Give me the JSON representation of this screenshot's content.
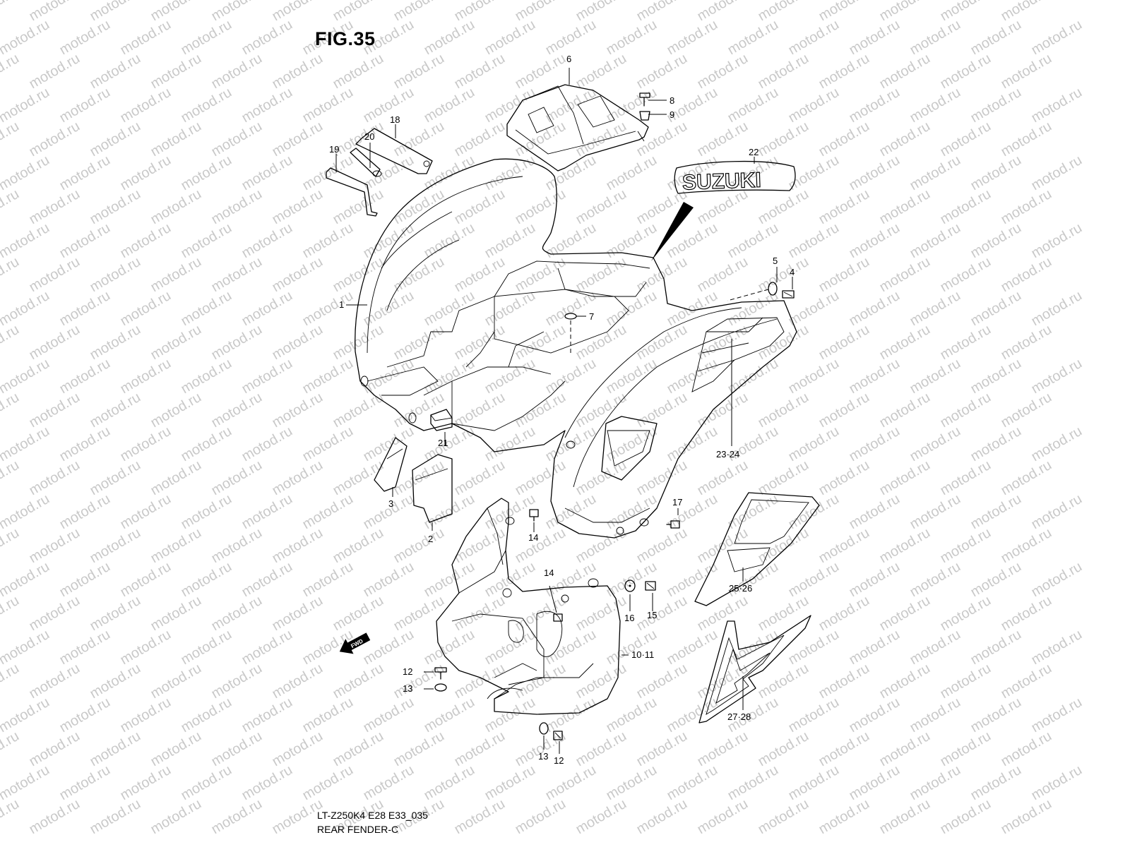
{
  "figure": {
    "title": "FIG.35",
    "code": "LT-Z250K4 E28 E33_035",
    "name": "REAR FENDER-C",
    "watermark": "motod.ru"
  },
  "parts": [
    {
      "id": "p1",
      "label": "1"
    },
    {
      "id": "p2",
      "label": "2"
    },
    {
      "id": "p3",
      "label": "3"
    },
    {
      "id": "p4",
      "label": "4"
    },
    {
      "id": "p5",
      "label": "5"
    },
    {
      "id": "p6",
      "label": "6"
    },
    {
      "id": "p7",
      "label": "7"
    },
    {
      "id": "p8",
      "label": "8"
    },
    {
      "id": "p9",
      "label": "9"
    },
    {
      "id": "p10_11",
      "label": "10·11"
    },
    {
      "id": "p12a",
      "label": "12"
    },
    {
      "id": "p12b",
      "label": "12"
    },
    {
      "id": "p13a",
      "label": "13"
    },
    {
      "id": "p13b",
      "label": "13"
    },
    {
      "id": "p14a",
      "label": "14"
    },
    {
      "id": "p14b",
      "label": "14"
    },
    {
      "id": "p15",
      "label": "15"
    },
    {
      "id": "p16",
      "label": "16"
    },
    {
      "id": "p17",
      "label": "17"
    },
    {
      "id": "p18",
      "label": "18"
    },
    {
      "id": "p19",
      "label": "19"
    },
    {
      "id": "p20",
      "label": "20"
    },
    {
      "id": "p21",
      "label": "21"
    },
    {
      "id": "p22",
      "label": "22"
    },
    {
      "id": "p23_24",
      "label": "23·24"
    },
    {
      "id": "p25_26",
      "label": "25·26"
    },
    {
      "id": "p27_28",
      "label": "27·28"
    }
  ],
  "decals": {
    "brand": "SUZUKI",
    "arrow": "FWD"
  },
  "icons": {
    "fwd_arrow": "fwd-arrow-icon"
  }
}
